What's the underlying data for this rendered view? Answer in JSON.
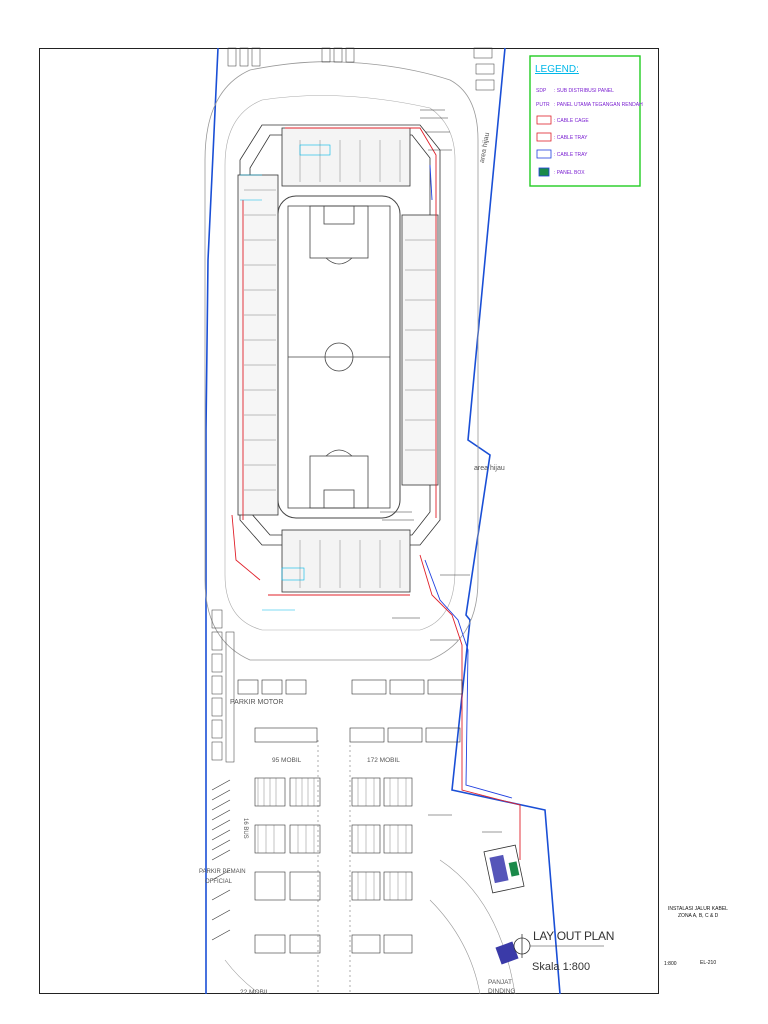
{
  "legend": {
    "title": "LEGEND:",
    "sdp_code": "SDP",
    "sdp_desc": ": SUB DISTRIBUSI PANEL",
    "putr_code": "PUTR",
    "putr_desc": ": PANEL UTAMA TEGANGAN RENDAH",
    "cable_cage": ": CABLE CAGE",
    "cable_tray_1": ": CABLE TRAY",
    "cable_tray_2": ": CABLE TRAY",
    "panel_box": ": PANEL BOX",
    "colors": {
      "border": "#22cc22",
      "title": "#00b7e8",
      "text": "#7a1fd1"
    }
  },
  "site_labels": {
    "area_hijau_top": "area hijau",
    "area_hijau_mid": "area hijau",
    "parkir_motor": "PARKIR MOTOR",
    "mobil_95": "95 MOBIL",
    "mobil_172": "172 MOBIL",
    "mobil_22": "22 MOBIL",
    "bus_16": "16 BUS",
    "parkir_pemain": "PARKIR PEMAIN",
    "official": "OFFICIAL",
    "panjat": "PANJAT",
    "dinding": "DINDING"
  },
  "drawing": {
    "title": "LAY OUT PLAN",
    "scale": "Skala 1:800"
  },
  "title_block": {
    "line1": "INSTALASI JALUR KABEL",
    "line2": "ZONA A, B, C & D",
    "scale_value": "1:800",
    "sheet_no": "EL-210"
  },
  "colors": {
    "site_boundary": "#1a4fd6",
    "cable_route_red": "#e0202a",
    "cable_route_blue": "#2040e0",
    "annotation_cyan": "#00b7e8",
    "pitch": "#444444"
  }
}
